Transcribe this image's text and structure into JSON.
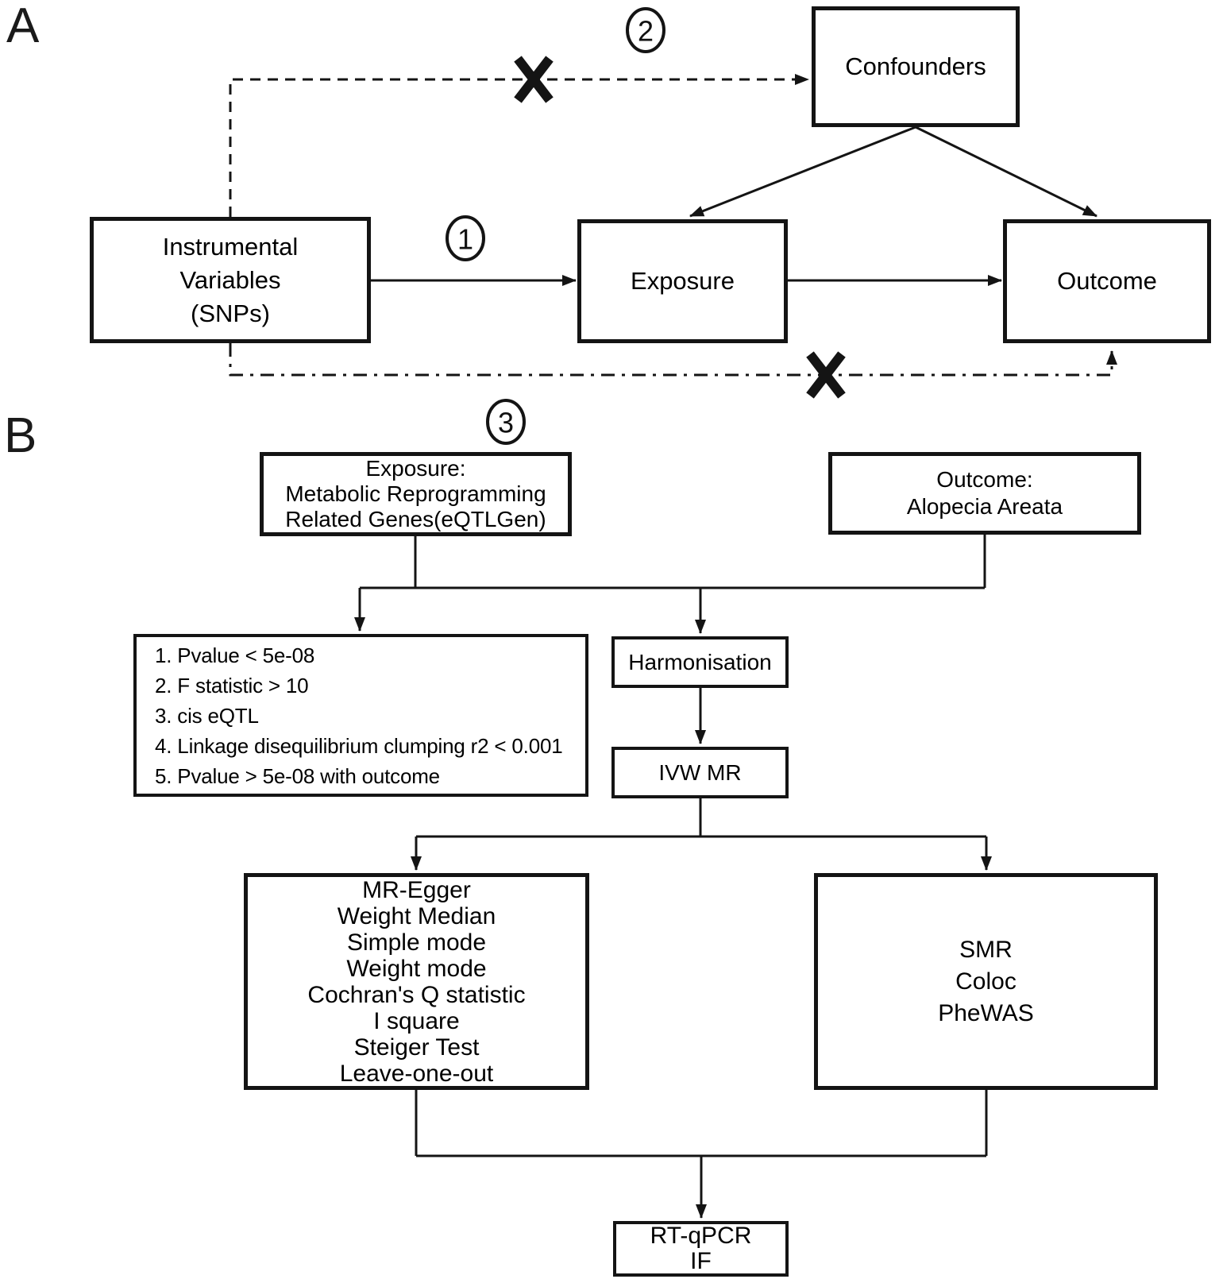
{
  "panelA": {
    "label": "A",
    "nodes": {
      "instrumental_variables": {
        "lines": [
          "Instrumental",
          "Variables",
          "(SNPs)"
        ]
      },
      "exposure": {
        "label": "Exposure"
      },
      "outcome": {
        "label": "Outcome"
      },
      "confounders": {
        "label": "Confounders"
      }
    }
  },
  "markers": {
    "one": "1",
    "two": "2",
    "three": "3"
  },
  "panelB": {
    "label": "B",
    "exposure_box": {
      "lines": [
        "Exposure:",
        "Metabolic Reprogramming",
        "Related Genes(eQTLGen)"
      ]
    },
    "outcome_box": {
      "lines": [
        "Outcome:",
        "Alopecia Areata"
      ]
    },
    "criteria_box": {
      "lines": [
        "1. Pvalue < 5e-08",
        "2. F statistic > 10",
        "3. cis eQTL",
        "4. Linkage disequilibrium clumping r2 < 0.001",
        "5. Pvalue > 5e-08 with outcome"
      ]
    },
    "harmonisation_box": {
      "label": "Harmonisation"
    },
    "ivw_box": {
      "label": "IVW MR"
    },
    "methods_box": {
      "lines": [
        "MR-Egger",
        "Weight Median",
        "Simple mode",
        "Weight mode",
        "Cochran's Q statistic",
        "I square",
        "Steiger Test",
        "Leave-one-out"
      ]
    },
    "smr_box": {
      "lines": [
        "SMR",
        "Coloc",
        "PheWAS"
      ]
    },
    "validation_box": {
      "lines": [
        "RT-qPCR",
        "IF"
      ]
    }
  },
  "colors": {
    "line": "#141414",
    "text": "#000000",
    "background": "#ffffff"
  }
}
